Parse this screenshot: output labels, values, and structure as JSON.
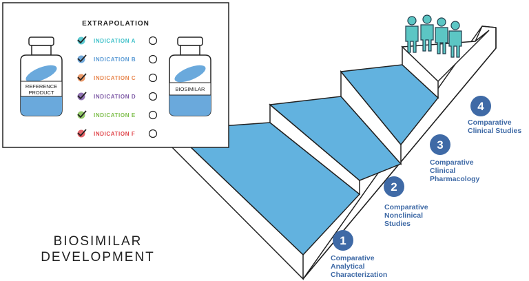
{
  "panel": {
    "title": "EXTRAPOLATION",
    "reference_label_line1": "REFERENCE",
    "reference_label_line2": "PRODUCT",
    "biosimilar_label": "BIOSIMILAR",
    "indications": [
      {
        "label": "INDICATION A",
        "color": "#3fc1c9"
      },
      {
        "label": "INDICATION B",
        "color": "#5b9bd5"
      },
      {
        "label": "INDICATION C",
        "color": "#e8874f"
      },
      {
        "label": "INDICATION D",
        "color": "#7e5aa6"
      },
      {
        "label": "INDICATION E",
        "color": "#7fbf4d"
      },
      {
        "label": "INDICATION F",
        "color": "#e0474c"
      }
    ]
  },
  "heading": {
    "line1": "BIOSIMILAR",
    "line2": "DEVELOPMENT"
  },
  "steps": [
    {
      "number": "1",
      "lines": [
        "Comparative",
        "Analytical",
        "Characterization"
      ]
    },
    {
      "number": "2",
      "lines": [
        "Comparative",
        "Nonclinical",
        "Studies"
      ]
    },
    {
      "number": "3",
      "lines": [
        "Comparative",
        "Clinical",
        "Pharmacology"
      ]
    },
    {
      "number": "4",
      "lines": [
        "Comparative",
        "Clinical Studies"
      ]
    }
  ],
  "colors": {
    "step_blue": "#62b2df",
    "badge_blue": "#3f6aa6",
    "people_teal": "#5cc6c4",
    "liquid_blue": "#6aa9dc"
  }
}
